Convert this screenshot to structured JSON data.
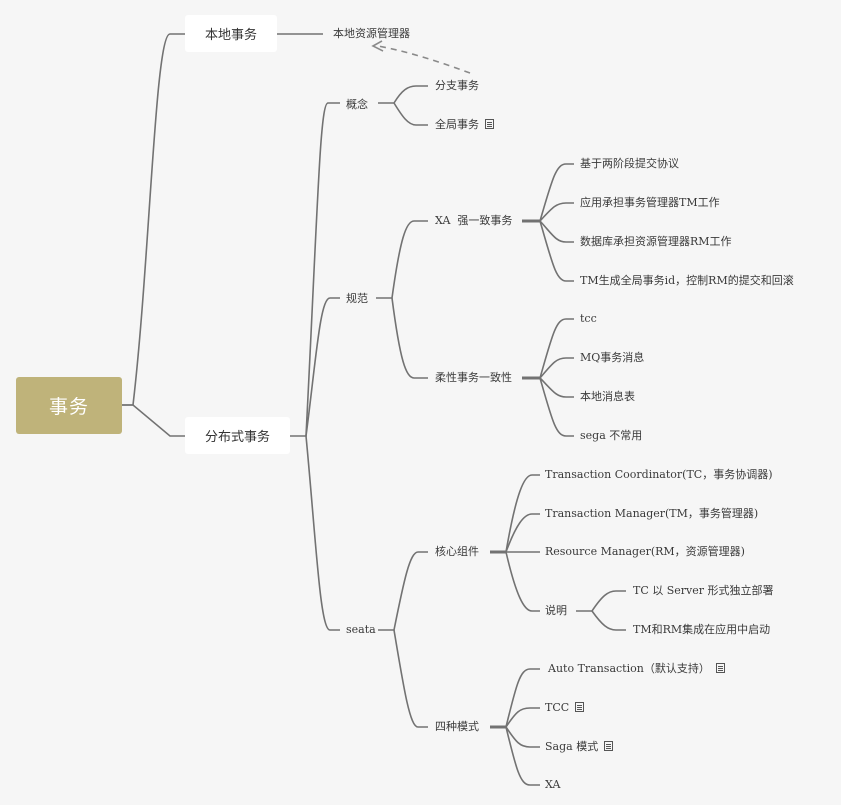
{
  "root": {
    "label": "事务"
  },
  "local": {
    "label": "本地事务",
    "child": "本地资源管理器"
  },
  "distributed": {
    "label": "分布式事务",
    "concept": {
      "label": "概念",
      "items": [
        "分支事务",
        "全局事务"
      ]
    },
    "spec": {
      "label": "规范",
      "xa": {
        "label": "XA  强一致事务",
        "items": [
          "基于两阶段提交协议",
          "应用承担事务管理器TM工作",
          "数据库承担资源管理器RM工作",
          "TM生成全局事务id，控制RM的提交和回滚"
        ]
      },
      "flexible": {
        "label": "柔性事务一致性",
        "items": [
          "tcc",
          "MQ事务消息",
          "本地消息表",
          "sega 不常用"
        ]
      }
    },
    "seata": {
      "label": "seata",
      "core": {
        "label": "核心组件",
        "items": [
          "Transaction Coordinator(TC，事务协调器)",
          "Transaction Manager(TM，事务管理器)",
          "Resource Manager(RM，资源管理器)"
        ],
        "explain": {
          "label": "说明",
          "items": [
            "TC 以 Server 形式独立部署",
            "TM和RM集成在应用中启动"
          ]
        }
      },
      "modes": {
        "label": "四种模式",
        "items": [
          "Auto Transaction（默认支持）",
          "TCC",
          "Saga 模式",
          "XA"
        ]
      }
    }
  },
  "colors": {
    "root": "#bfb37a",
    "line": "#6e6e6e",
    "background": "#f6f6f6"
  }
}
